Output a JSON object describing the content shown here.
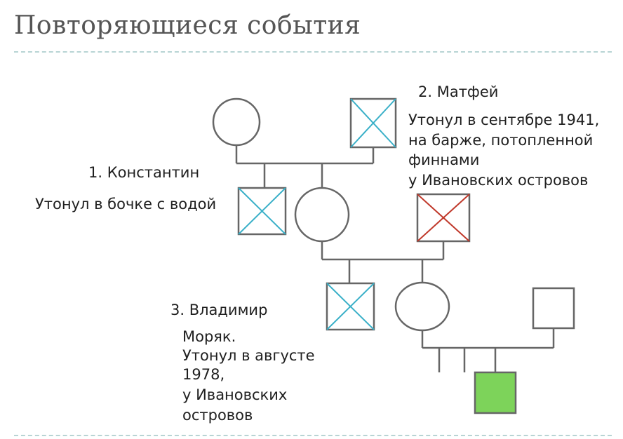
{
  "header": {
    "title": "Повторяющиеся события"
  },
  "persons": {
    "konstantin": {
      "name": "1. Константин",
      "note": [
        "Утонул в бочке с водой"
      ]
    },
    "matfey": {
      "name": "2. Матфей",
      "note": [
        "Утонул в  сентябре 1941,",
        "на барже, потопленной",
        "финнами",
        "у Ивановских островов"
      ]
    },
    "vladimir": {
      "name": "3. Владимир",
      "note": [
        "Моряк.",
        "Утонул в августе",
        "1978,",
        "у Ивановских",
        "островов"
      ]
    }
  },
  "colors": {
    "line": "#666666",
    "drowned_cross": "#3ab0c8",
    "red_cross": "#c0392b",
    "proband_fill": "#7dd35a",
    "divider": "#b8d4d4"
  }
}
